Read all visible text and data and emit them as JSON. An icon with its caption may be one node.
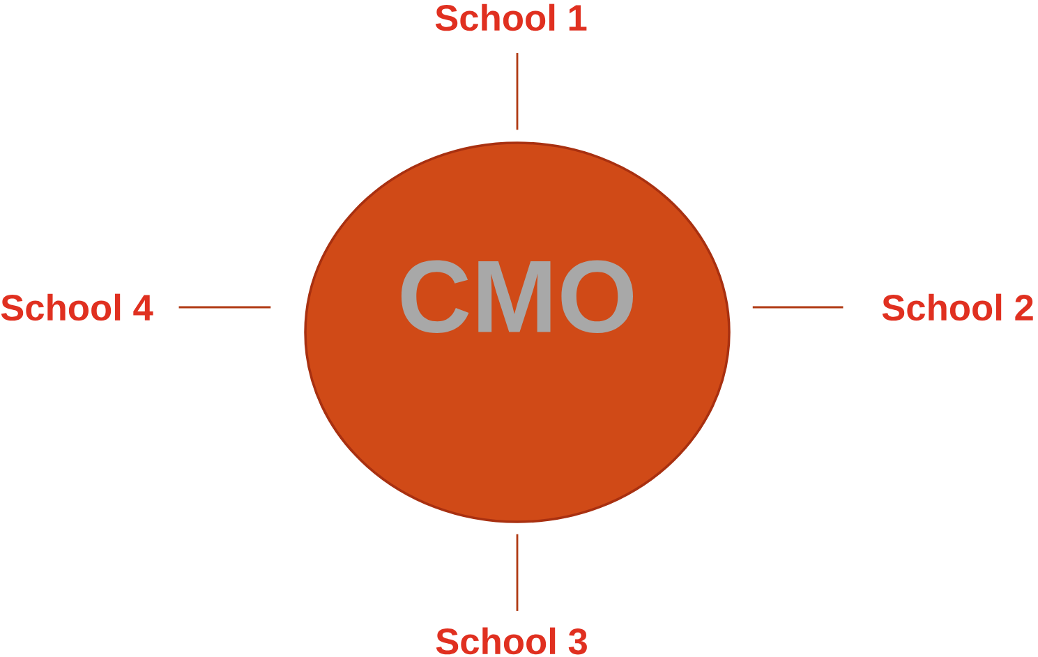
{
  "diagram": {
    "nodes": [
      {
        "text": [
          "CMO"
        ]
      },
      {
        "text": [
          "School 1"
        ]
      },
      {
        "text": [
          "School 2"
        ]
      },
      {
        "text": [
          "School 3"
        ]
      },
      {
        "text": [
          "School 4"
        ]
      }
    ],
    "edges": [
      {
        "from": 0,
        "to": 1,
        "arrow": "none"
      },
      {
        "from": 0,
        "to": 2,
        "arrow": "none"
      },
      {
        "from": 0,
        "to": 3,
        "arrow": "none"
      },
      {
        "from": 0,
        "to": 4,
        "arrow": "none"
      }
    ]
  }
}
